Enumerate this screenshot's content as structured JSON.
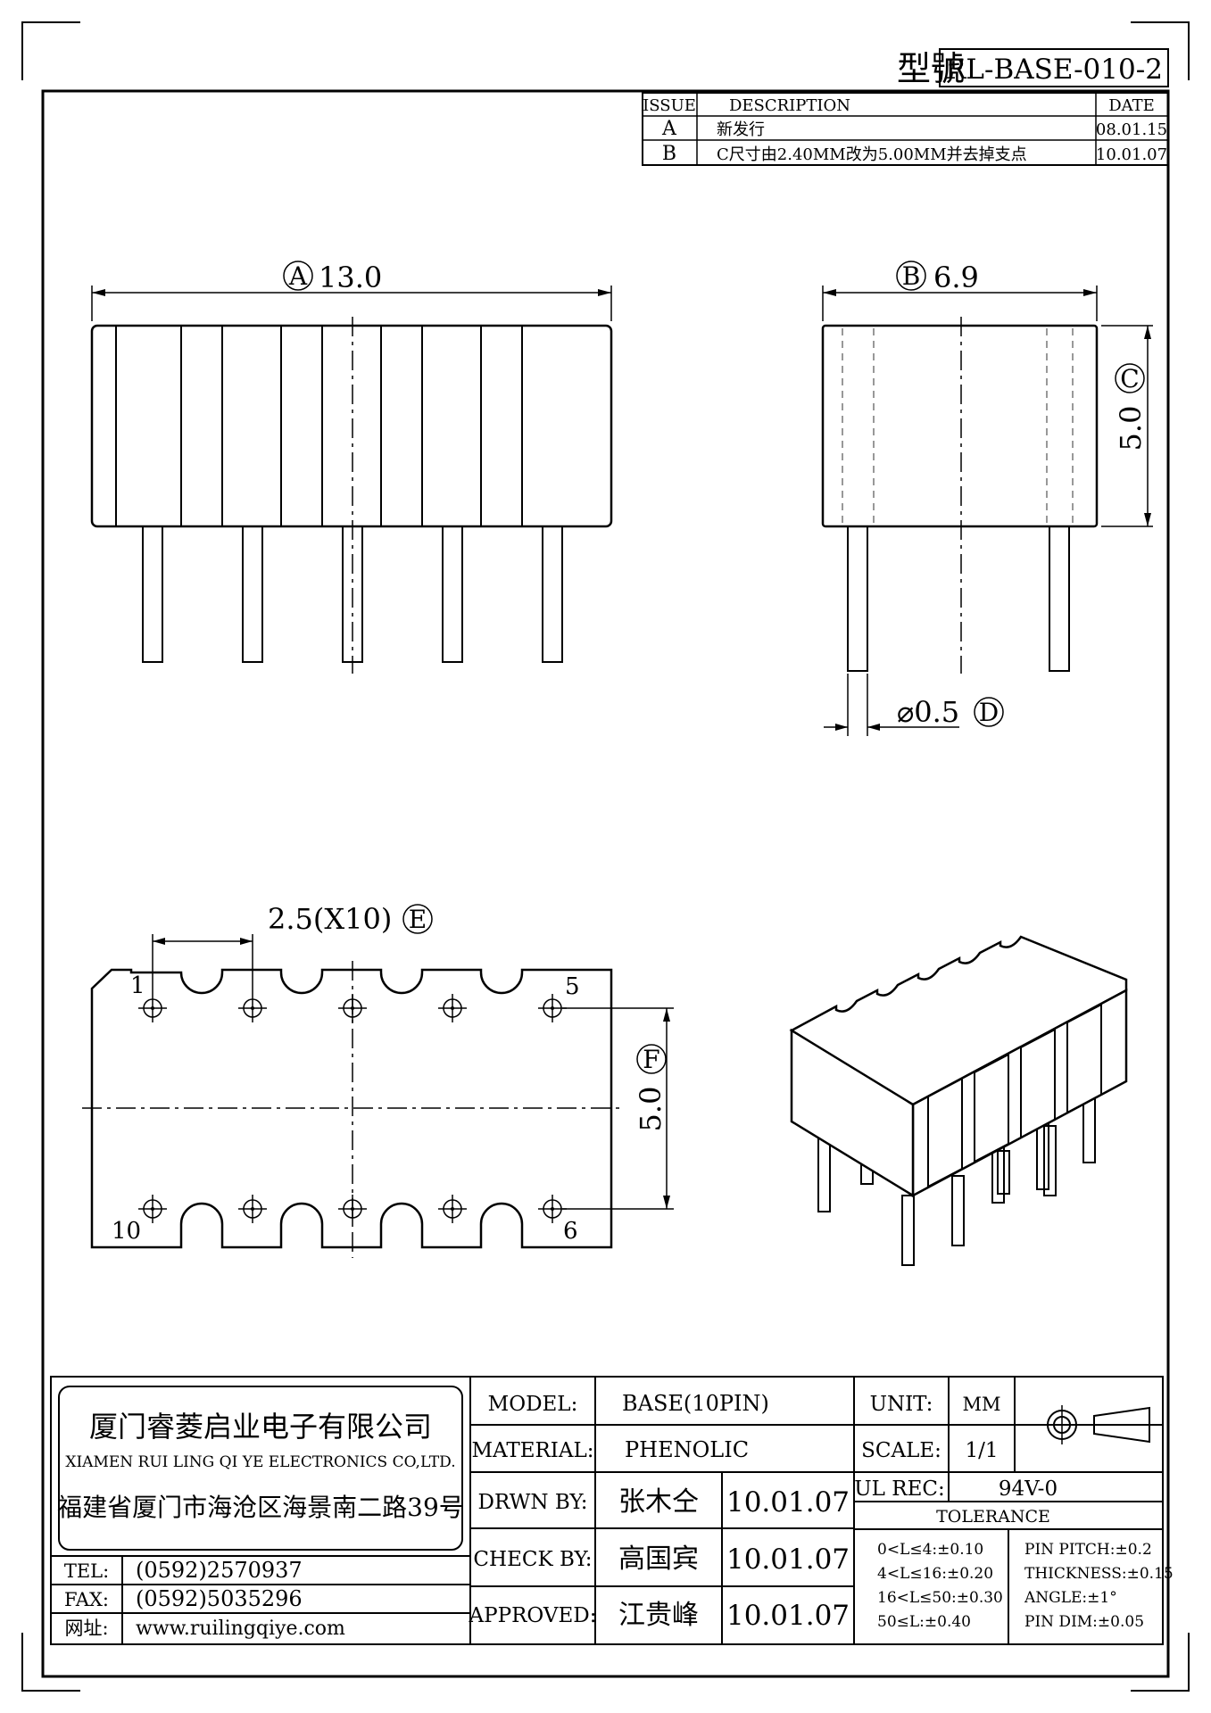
{
  "header": {
    "model_label": "型號",
    "model_value": "RL-BASE-010-2"
  },
  "revision_table": {
    "headers": {
      "issue": "ISSUE",
      "description": "DESCRIPTION",
      "date": "DATE"
    },
    "rows": [
      {
        "issue": "A",
        "description": "新发行",
        "date": "08.01.15"
      },
      {
        "issue": "B",
        "description": "C尺寸由2.40MM改为5.00MM并去掉支点",
        "date": "10.01.07"
      }
    ]
  },
  "dimensions": {
    "a": {
      "tag": "A",
      "value": "13.0"
    },
    "b": {
      "tag": "B",
      "value": "6.9"
    },
    "c": {
      "tag": "C",
      "value": "5.0"
    },
    "d": {
      "tag": "D",
      "value": "⌀0.5"
    },
    "e": {
      "tag": "E",
      "value": "2.5(X10)"
    },
    "f": {
      "tag": "F",
      "value": "5.0"
    }
  },
  "pin_labels": {
    "p1": "1",
    "p5": "5",
    "p6": "6",
    "p10": "10"
  },
  "company": {
    "name_cn": "厦门睿菱启业电子有限公司",
    "name_en": "XIAMEN RUI LING QI YE ELECTRONICS CO,LTD.",
    "address": "福建省厦门市海沧区海景南二路39号",
    "tel_label": "TEL:",
    "tel": "(0592)2570937",
    "fax_label": "FAX:",
    "fax": "(0592)5035296",
    "web_label": "网址:",
    "web": "www.ruilingqiye.com"
  },
  "title_block": {
    "model_label": "MODEL:",
    "model_value": "BASE(10PIN)",
    "material_label": "MATERIAL:",
    "material_value": "PHENOLIC",
    "drawn_label": "DRWN BY:",
    "drawn_name": "张木仝",
    "drawn_date": "10.01.07",
    "check_label": "CHECK BY:",
    "check_name": "高国宾",
    "check_date": "10.01.07",
    "approved_label": "APPROVED:",
    "approved_name": "江贵峰",
    "approved_date": "10.01.07",
    "unit_label": "UNIT:",
    "unit_value": "MM",
    "scale_label": "SCALE:",
    "scale_value": "1/1",
    "ul_label": "UL REC:",
    "ul_value": "94V-0",
    "tolerance_title": "TOLERANCE",
    "tolerance_left": [
      "0<L≤4:±0.10",
      "4<L≤16:±0.20",
      "16<L≤50:±0.30",
      "50≤L:±0.40"
    ],
    "tolerance_right": [
      "PIN PITCH:±0.2",
      "THICKNESS:±0.15",
      "ANGLE:±1°",
      "PIN DIM:±0.05"
    ]
  }
}
